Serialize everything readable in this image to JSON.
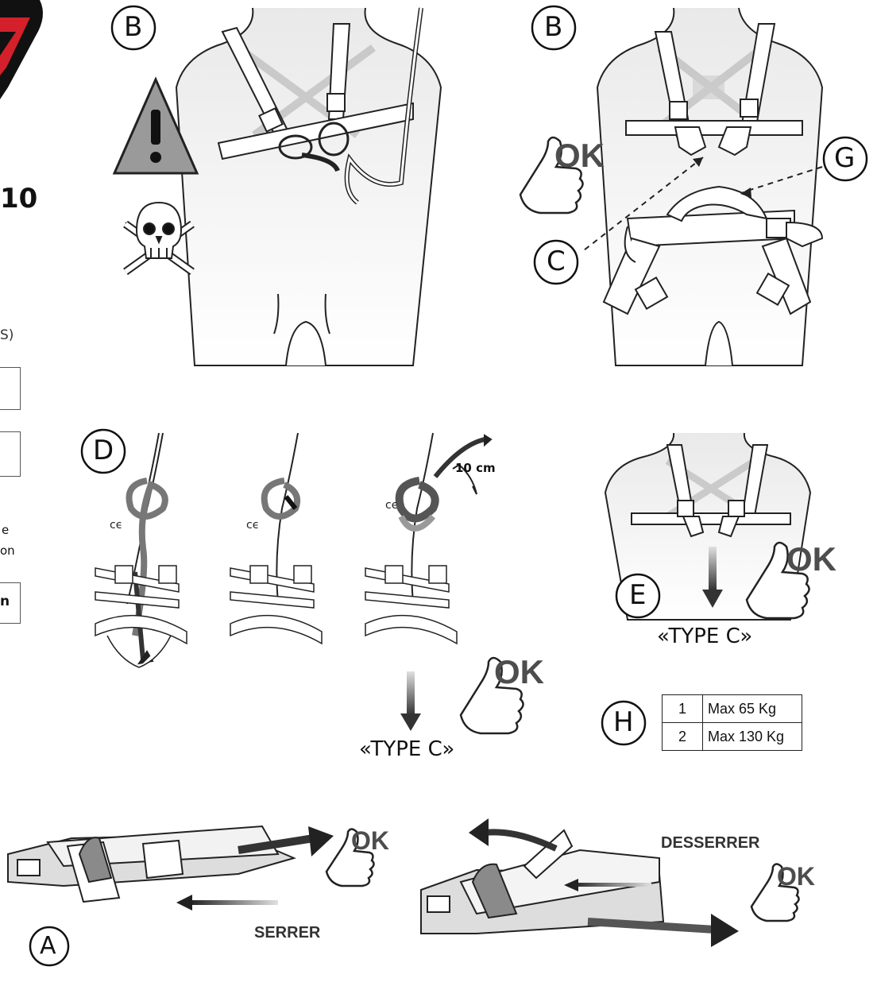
{
  "labels": {
    "b_left": "B",
    "b_right": "B",
    "c": "C",
    "d": "D",
    "e": "E",
    "g": "G",
    "h": "H",
    "a": "A"
  },
  "ok": [
    "OK",
    "OK",
    "OK",
    "OK",
    "OK"
  ],
  "type_c_d": "«TYPE C»",
  "type_c_e": "«TYPE C»",
  "knot_tail": "10 cm",
  "serrer": "SERRER",
  "desserrer": "DESSERRER",
  "weight_table": [
    {
      "size": "1",
      "max": "Max 65 Kg"
    },
    {
      "size": "2",
      "max": "Max 130 Kg"
    }
  ],
  "sidebar_fragments": {
    "model_suffix": "10",
    "paren_fragment": "S)",
    "line1": "e",
    "line2": "on",
    "boxed": "n"
  },
  "colors": {
    "logo_red": "#d4202a",
    "warning_grey": "#9a9a9a"
  }
}
